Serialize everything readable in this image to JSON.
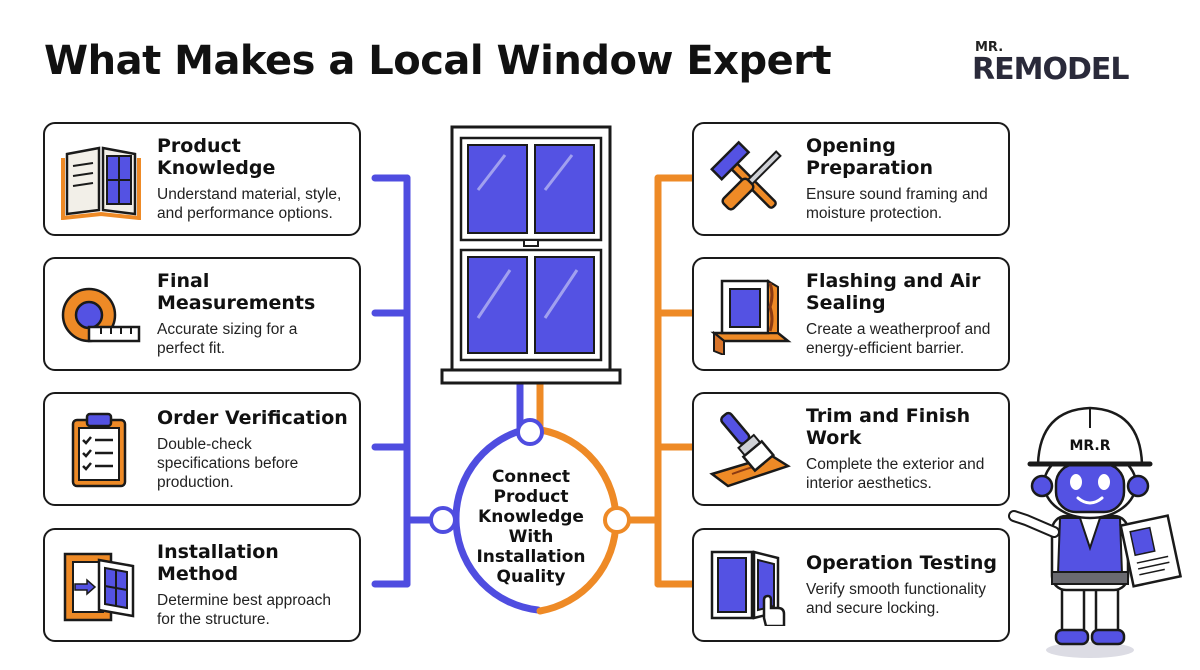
{
  "title": "What Makes a Local Window Expert",
  "logo": {
    "prefix": "MR.",
    "word": "REMODEL"
  },
  "left_steps": [
    {
      "title": "Product Knowledge",
      "desc": "Understand material, style, and performance options.",
      "icon": "open-book-icon"
    },
    {
      "title": "Final Measurements",
      "desc": "Accurate sizing for a perfect fit.",
      "icon": "tape-measure-icon"
    },
    {
      "title": "Order Verification",
      "desc": "Double-check specifications before production.",
      "icon": "clipboard-checklist-icon"
    },
    {
      "title": "Installation Method",
      "desc": "Determine best approach for the structure.",
      "icon": "window-frame-insert-icon"
    }
  ],
  "right_steps": [
    {
      "title": "Opening Preparation",
      "desc": "Ensure sound framing and moisture protection.",
      "icon": "hammer-screwdriver-icon"
    },
    {
      "title": "Flashing and Air Sealing",
      "desc": "Create a weatherproof and energy-efficient barrier.",
      "icon": "flashing-corner-icon"
    },
    {
      "title": "Trim and Finish Work",
      "desc": "Complete the exterior and interior aesthetics.",
      "icon": "paintbrush-wood-icon"
    },
    {
      "title": "Operation Testing",
      "desc": "Verify smooth functionality and secure locking.",
      "icon": "window-hand-test-icon"
    }
  ],
  "center": {
    "text": "Connect Product Knowledge With Installation Quality"
  },
  "mascot": {
    "helmet_label": "MR.R"
  },
  "colors": {
    "accent_blue": "#4f4de0",
    "accent_orange": "#ee8a26",
    "outline": "#1a1a1a",
    "glass": "#5452e3"
  }
}
